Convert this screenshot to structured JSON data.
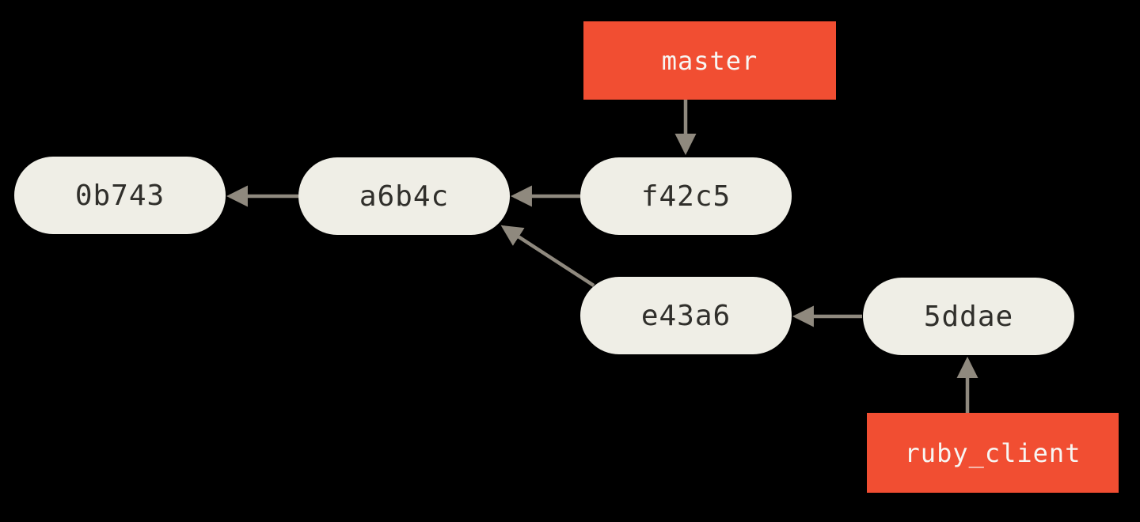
{
  "diagram": {
    "type": "git-commit-graph",
    "colors": {
      "background": "#000000",
      "commit_fill": "#efeee6",
      "commit_text": "#302f2b",
      "branch_fill": "#f14e32",
      "branch_text": "#f7f6f3",
      "arrow": "#8f897e"
    },
    "commits": [
      {
        "id": "0b743",
        "label": "0b743"
      },
      {
        "id": "a6b4c",
        "label": "a6b4c"
      },
      {
        "id": "f42c5",
        "label": "f42c5"
      },
      {
        "id": "e43a6",
        "label": "e43a6"
      },
      {
        "id": "5ddae",
        "label": "5ddae"
      }
    ],
    "branches": [
      {
        "label": "master",
        "points_to": "f42c5"
      },
      {
        "label": "ruby_client",
        "points_to": "5ddae"
      }
    ],
    "edges": [
      {
        "from": "master",
        "to": "f42c5"
      },
      {
        "from": "f42c5",
        "to": "a6b4c"
      },
      {
        "from": "a6b4c",
        "to": "0b743"
      },
      {
        "from": "e43a6",
        "to": "a6b4c"
      },
      {
        "from": "5ddae",
        "to": "e43a6"
      },
      {
        "from": "ruby_client",
        "to": "5ddae"
      }
    ]
  }
}
